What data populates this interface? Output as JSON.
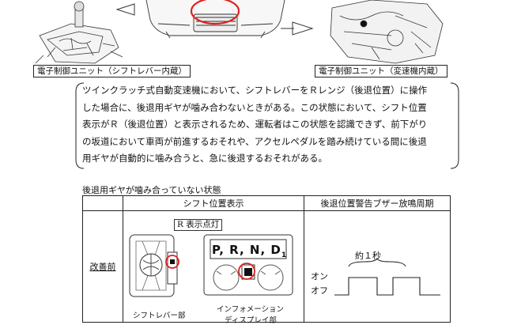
{
  "labels": {
    "left_unit": "電子制御ユニット（シフトレバー内蔵）",
    "right_unit": "電子制御ユニット（変速機内蔵）"
  },
  "description": [
    "ツインクラッチ式自動変速機において、シフトレバーをＲレンジ（後退位置）に操作",
    "した場合に、後退用ギヤが噛み合わないときがある。この状態において、シフト位置",
    "表示がＲ（後退位置）と表示されるため、運転者はこの状態を認識できず、前下がり",
    "の坂道において車両が前進するおそれや、アクセルペダルを踏み続けている間に後退",
    "用ギヤが自動的に噛み合うと、急に後退するおそれがある。"
  ],
  "table": {
    "caption": "後退用ギヤが噛み合っていない状態",
    "col_header_1": "シフト位置表示",
    "col_header_2": "後退位置警告ブザー放鳴周期",
    "row_label": "改善前",
    "lamp_label": "R 表示点灯",
    "display_text": "P, R, N, D",
    "display_subscript": "1",
    "lever_caption": "シフトレバー部",
    "info_caption_1": "インフォメーション",
    "info_caption_2": "ディスプレイ部",
    "period_label": "約１秒",
    "on_label": "オン",
    "off_label": "オフ",
    "highlight_color": "#e02020"
  }
}
